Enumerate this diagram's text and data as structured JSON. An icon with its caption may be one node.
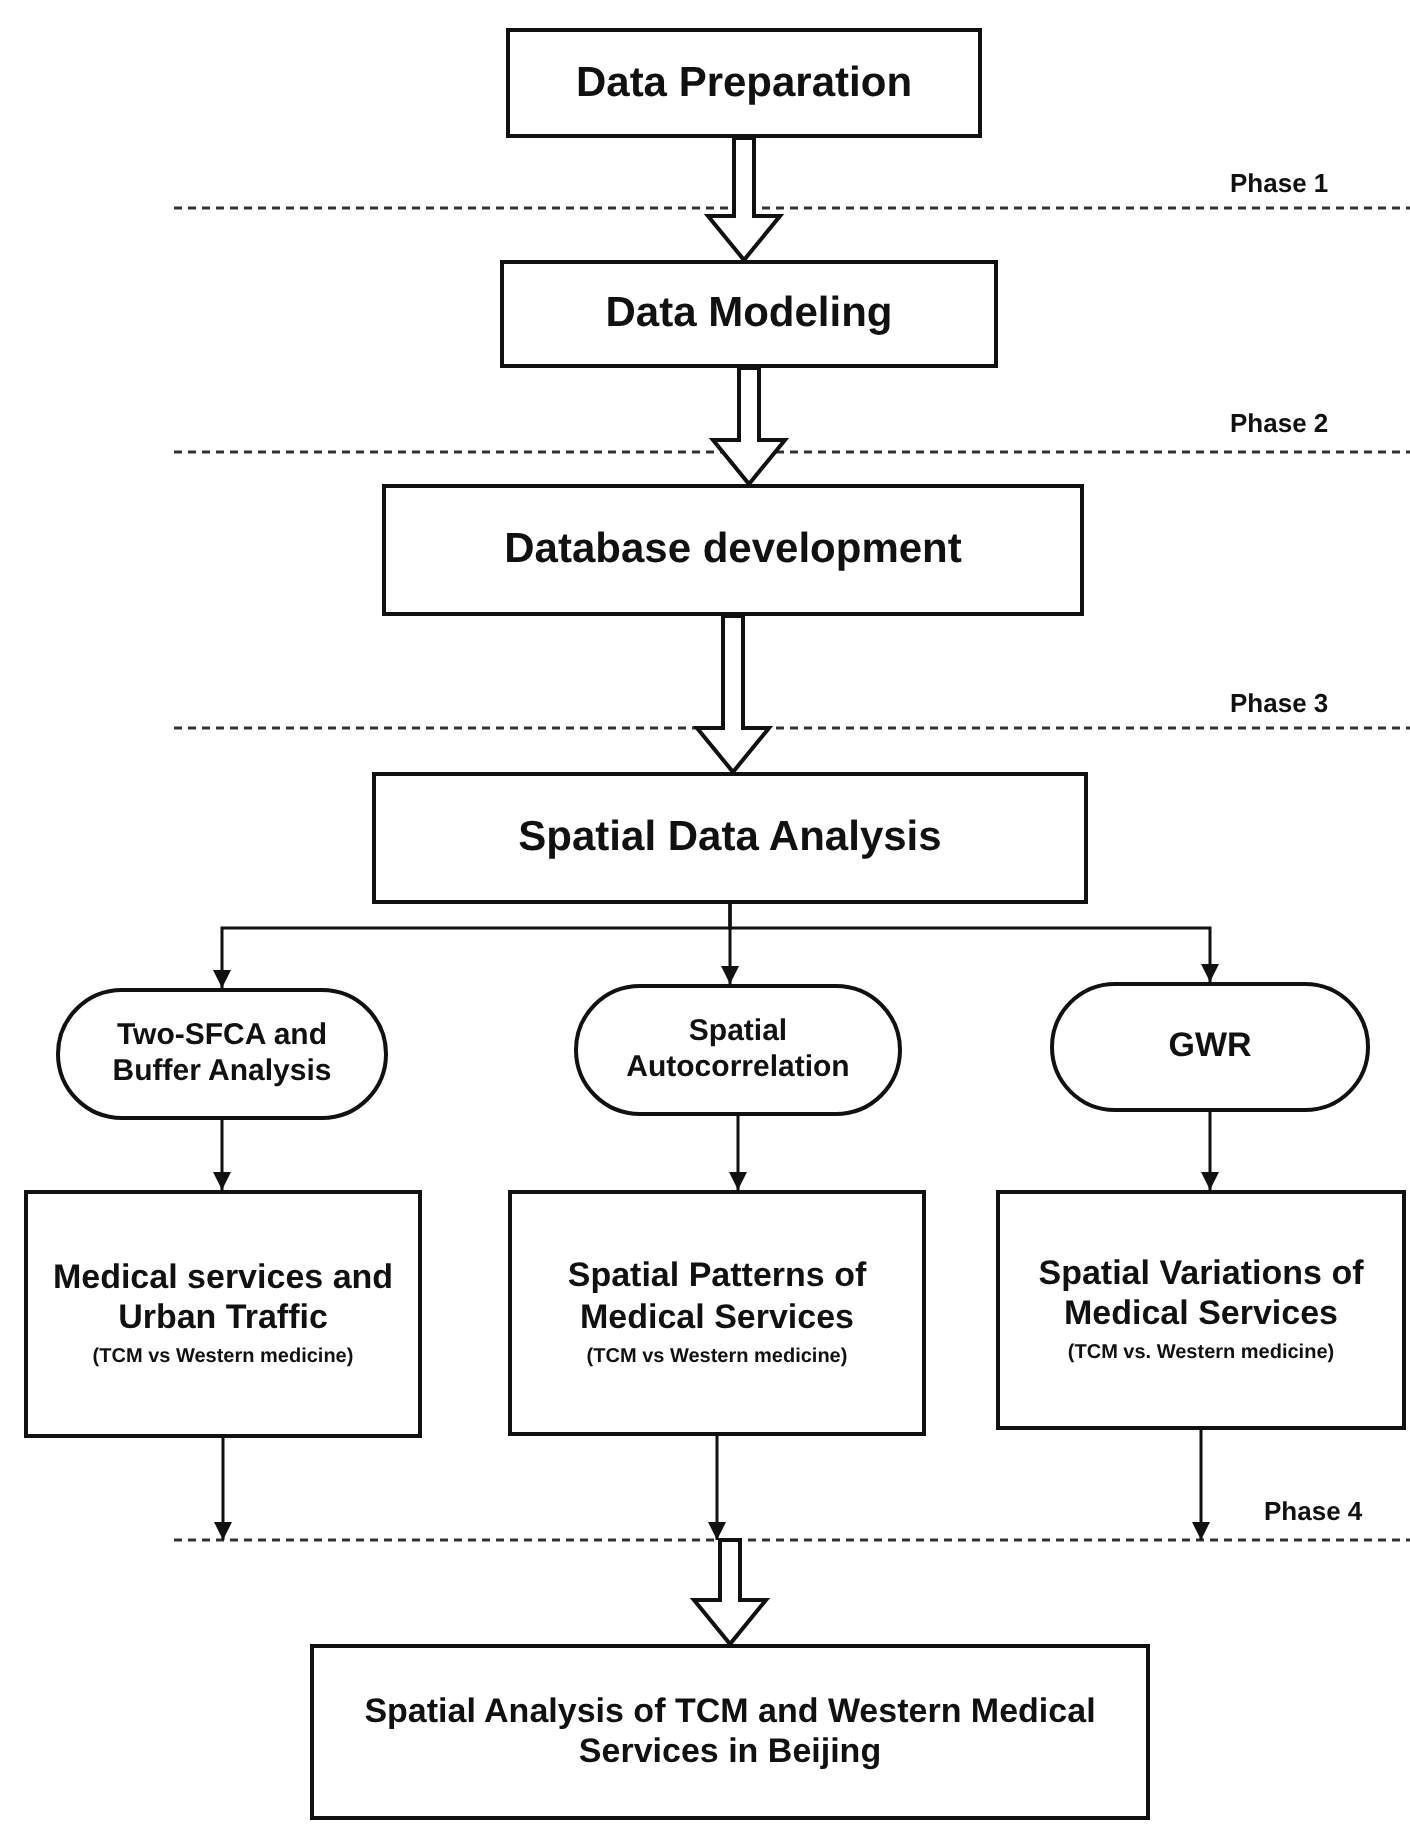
{
  "diagram": {
    "nodes": [
      {
        "text": [
          "Data Preparation"
        ]
      },
      {
        "text": [
          "Data Modeling"
        ]
      },
      {
        "text": [
          "Database development"
        ]
      },
      {
        "text": [
          "Spatial Data  Analysis"
        ]
      },
      {
        "text": [
          "Two-SFCA and Buffer Analysis"
        ]
      },
      {
        "text": [
          "Spatial Autocorrelation"
        ]
      },
      {
        "text": [
          "GWR"
        ]
      },
      {
        "text": [
          "Medical services and Urban Traffic",
          "(TCM vs  Western medicine)"
        ]
      },
      {
        "text": [
          "Spatial Patterns of Medical Services",
          "(TCM vs  Western medicine)"
        ]
      },
      {
        "text": [
          "Spatial Variations of Medical Services",
          "(TCM vs. Western medicine)"
        ]
      },
      {
        "text": [
          "Spatial Analysis of TCM and Western Medical Services in Beijing"
        ]
      }
    ],
    "edges": [
      {
        "from": 0,
        "to": 1,
        "arrow": "to",
        "style": "thick"
      },
      {
        "from": 1,
        "to": 2,
        "arrow": "to",
        "style": "thick"
      },
      {
        "from": 2,
        "to": 3,
        "arrow": "to",
        "style": "thick"
      },
      {
        "from": 3,
        "to": 4,
        "arrow": "to"
      },
      {
        "from": 3,
        "to": 5,
        "arrow": "to"
      },
      {
        "from": 3,
        "to": 6,
        "arrow": "to"
      },
      {
        "from": 4,
        "to": 7,
        "arrow": "to"
      },
      {
        "from": 5,
        "to": 8,
        "arrow": "to"
      },
      {
        "from": 6,
        "to": 9,
        "arrow": "to"
      },
      {
        "from": 7,
        "to": null,
        "arrow": "to"
      },
      {
        "from": 8,
        "to": null,
        "arrow": "to"
      },
      {
        "from": 9,
        "to": null,
        "arrow": "to"
      },
      {
        "from": null,
        "to": 10,
        "arrow": "to",
        "style": "thick"
      }
    ],
    "labels": [
      "Phase 1",
      "Phase 2",
      "Phase 3",
      "Phase 4"
    ]
  }
}
